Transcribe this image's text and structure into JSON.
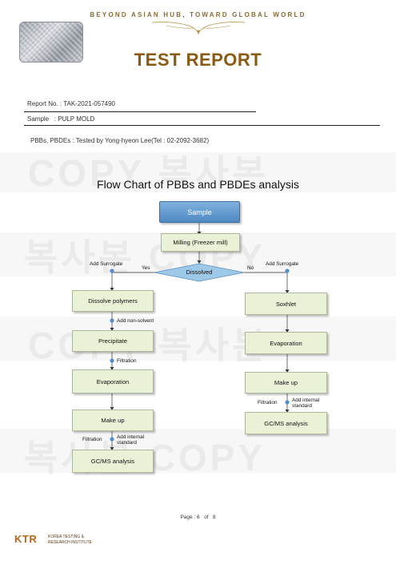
{
  "header": {
    "tagline": "BEYOND ASIAN HUB, TOWARD GLOBAL WORLD",
    "title": "TEST REPORT"
  },
  "report": {
    "report_no_label": "Report No. :",
    "report_no": "TAK-2021-057490",
    "sample_label": "Sample",
    "sample_value": ":  PULP MOLD",
    "tester_line": "PBBs, PBDEs : Tested by Yong-hyeon Lee(Tel : 02-2092-3682)"
  },
  "watermarks": [
    "COPY 복사본",
    "복사본 COPY",
    "COPY 복사본",
    "복사본 COPY"
  ],
  "flowchart": {
    "title": "Flow Chart of PBBs and PBDEs analysis",
    "sample": "Sample",
    "milling": "Milling (Freezer mill)",
    "decision": "Dissolved",
    "yes": "Yes",
    "no": "No",
    "add_surrogate_left": "Add Surrogate",
    "add_surrogate_right": "Add Surrogate",
    "left": {
      "dissolve": "Dissolve polymers",
      "add_non_solvent": "Add non-solvent",
      "precipitate": "Precipitate",
      "filtration_1": "Filtration",
      "evaporation": "Evaporation",
      "make_up": "Make up",
      "filtration_2": "Filtration",
      "add_internal_1": "Add internal",
      "add_internal_2": "standard",
      "gcms": "GC/MS analysis"
    },
    "right": {
      "soxhlet": "Soxhlet",
      "evaporation": "Evaporation",
      "make_up": "Make up",
      "filtration": "Filtration",
      "add_internal_1": "Add internal",
      "add_internal_2": "standard",
      "gcms": "GC/MS analysis"
    }
  },
  "footer": {
    "page_label": "Page :",
    "page": "6",
    "of_label": "of",
    "total": "8",
    "org_abbr": "KTR",
    "org_line1": "KOREA TESTING &",
    "org_line2": "RESEARCH INSTITUTE"
  },
  "colors": {
    "brand": "#8a5a12",
    "sample_box": "#5b93cb",
    "step_box": "#e9f2d6",
    "decision": "#9ec8e8",
    "dot": "#4f8fd0"
  }
}
